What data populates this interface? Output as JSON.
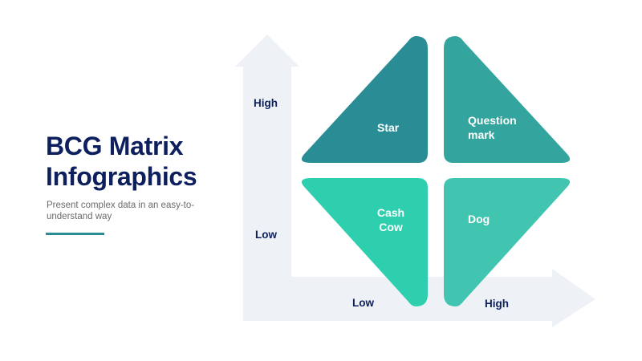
{
  "title": {
    "line1": "BCG Matrix",
    "line2": "Infographics"
  },
  "subtitle": "Present complex data in an easy-to-understand way",
  "axes": {
    "y_high": "High",
    "y_low": "Low",
    "x_low": "Low",
    "x_high": "High"
  },
  "quadrants": [
    {
      "name": "star",
      "label_line1": "Star",
      "label_line2": "",
      "color": "#2a8d95"
    },
    {
      "name": "question-mark",
      "label_line1": "Question",
      "label_line2": "mark",
      "color": "#33a59e"
    },
    {
      "name": "cash-cow",
      "label_line1": "Cash",
      "label_line2": "Cow",
      "color": "#2ecfae"
    },
    {
      "name": "dog",
      "label_line1": "Dog",
      "label_line2": "",
      "color": "#42c5b0"
    }
  ],
  "colors": {
    "title": "#0d1f5c",
    "accent_rule": "#2a8d95",
    "arrow": "#eef2f6"
  }
}
